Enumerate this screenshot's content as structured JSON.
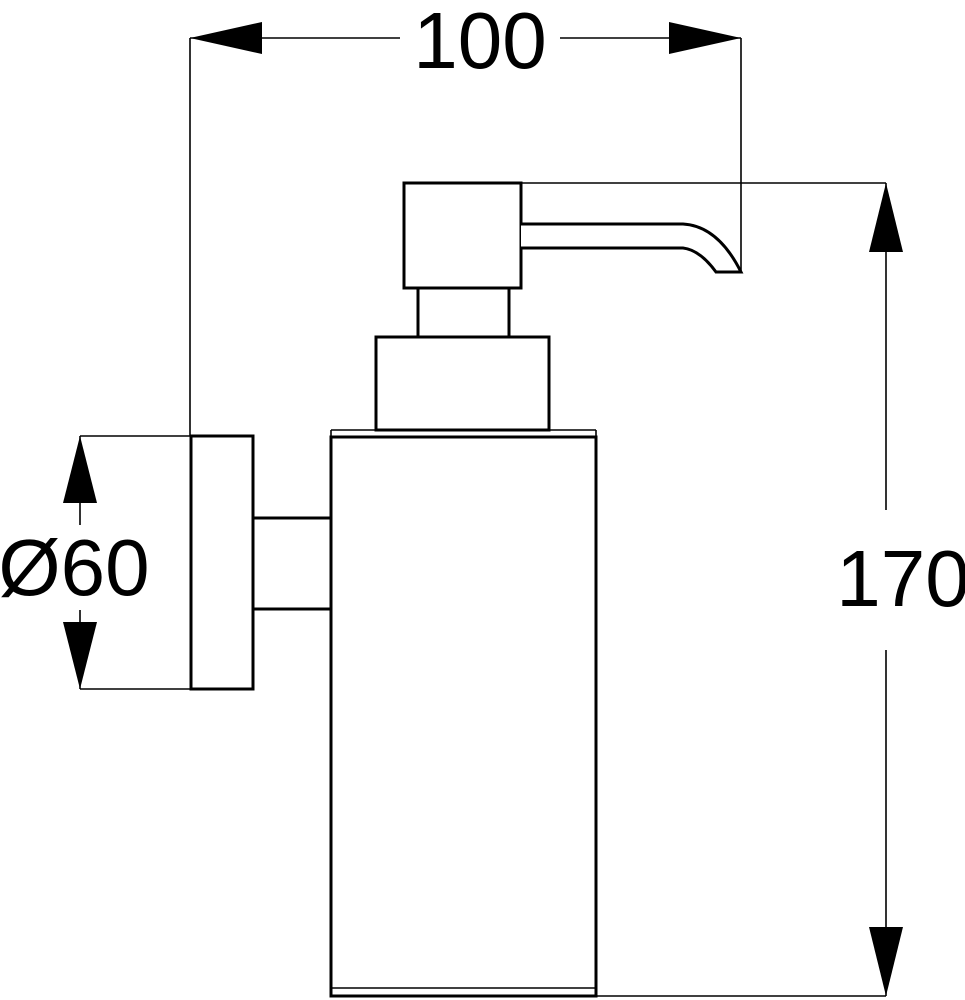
{
  "drawing": {
    "subject": "",
    "dimensions": {
      "width": "100",
      "height": "170",
      "diameter": "Ø60"
    },
    "colors": {
      "line": "#000000",
      "background": "#ffffff"
    }
  }
}
